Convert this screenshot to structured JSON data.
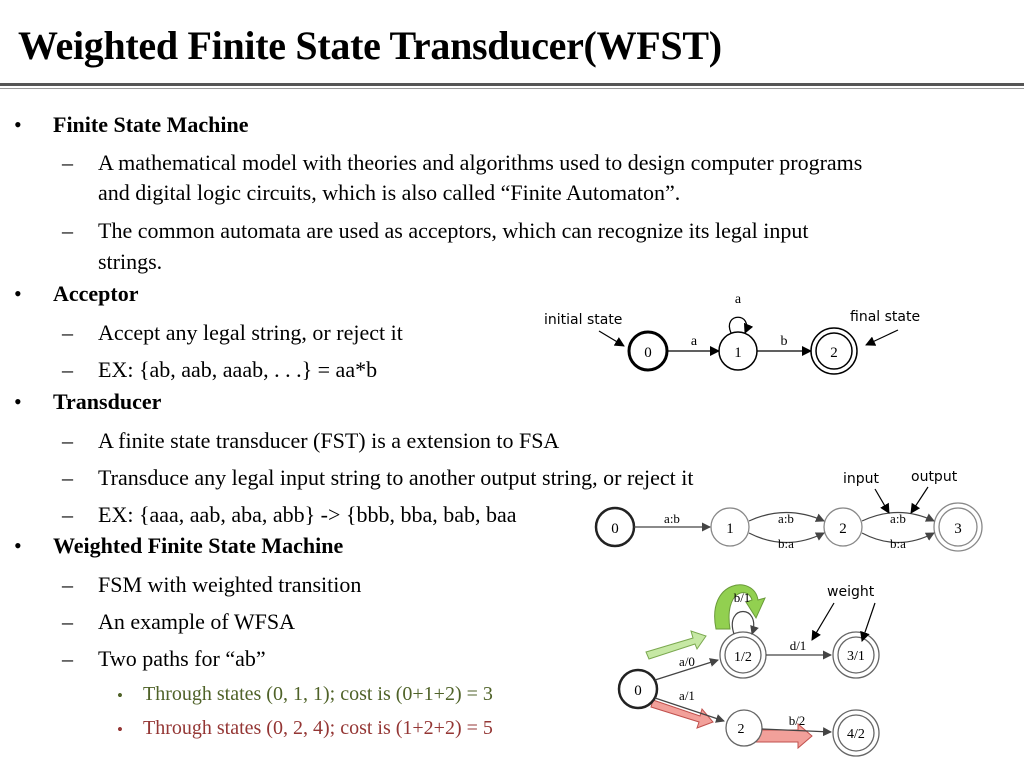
{
  "title": "Weighted Finite State Transducer(WFST)",
  "outline": {
    "bullet": "•",
    "dash": "–",
    "fsm": {
      "heading": "Finite State Machine",
      "items": [
        "A mathematical model with theories and algorithms used to design computer programs",
        "and digital logic circuits, which is also called “Finite Automaton”.",
        "The common automata are used as acceptors, which can recognize its legal input",
        "strings."
      ]
    },
    "acceptor": {
      "heading": "Acceptor",
      "items": [
        "Accept any legal string, or reject it",
        "EX: {ab, aab, aaab, . . .} = aa*b"
      ]
    },
    "transducer": {
      "heading": "Transducer",
      "items": [
        "A finite state transducer (FST) is a extension to FSA",
        "Transduce any legal input string to another output string, or reject it",
        "EX: {aaa, aab, aba, abb} -> {bbb, bba, bab, baa"
      ]
    },
    "wfsm": {
      "heading": "Weighted Finite State Machine",
      "items": [
        "FSM with weighted transition",
        "An example of WFSA",
        "Two paths for “ab”"
      ],
      "paths": [
        "Through states (0, 1, 1); cost is (0+1+2) = 3",
        "Through states (0, 2, 4); cost is (1+2+2) = 5"
      ]
    }
  },
  "colors": {
    "path1": "#4f6228",
    "path2": "#943634",
    "arrow_green": "#92d050",
    "arrow_red": "#f2a09a"
  },
  "diagram_acceptor": {
    "annotations": {
      "initial": "initial state",
      "final": "final state"
    },
    "states": [
      "0",
      "1",
      "2"
    ],
    "arcs": {
      "a01": "a",
      "loop1": "a",
      "b12": "b"
    }
  },
  "diagram_transducer": {
    "annotations": {
      "input": "input",
      "output": "output"
    },
    "states": [
      "0",
      "1",
      "2",
      "3"
    ],
    "arcs": {
      "a01": "a:b",
      "a12": "a:b",
      "b12": "b:a",
      "a23": "a:b",
      "b23": "b:a"
    }
  },
  "diagram_wfsa": {
    "annotation": "weight",
    "states": [
      "0",
      "1/2",
      "2",
      "3/1",
      "4/2"
    ],
    "arcs": {
      "a01": "a/0",
      "a02": "a/1",
      "loop1": "b/1",
      "d13": "d/1",
      "b24": "b/2"
    }
  }
}
